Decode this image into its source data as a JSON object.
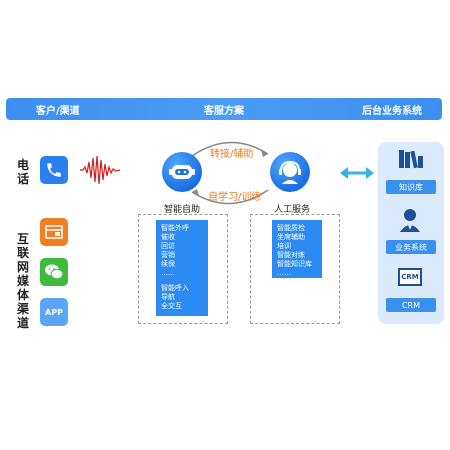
{
  "header": {
    "left": "客户/渠道",
    "center": "客服方案",
    "right": "后台业务系统"
  },
  "channels": {
    "phone_label": "电话",
    "internet_label": "互联网媒体渠道",
    "app_label": "APP"
  },
  "flow": {
    "top_arrow_label": "转接/辅助",
    "bottom_arrow_label": "自学习/训练"
  },
  "nodes": {
    "smart_label": "智能自助",
    "human_label": "人工服务"
  },
  "smart_list": {
    "group1": [
      "智能外呼",
      "催收",
      "回访",
      "营销",
      "续保",
      "……"
    ],
    "group2": [
      "智能呼入",
      "导航",
      "全交互"
    ]
  },
  "human_list": {
    "items": [
      "智能质检",
      "坐席辅助",
      "培训",
      "智能对练",
      "智能知识库",
      "……"
    ]
  },
  "backend": {
    "knowledge_label": "知识库",
    "business_label": "业务系统",
    "crm_label": "CRM",
    "crm_icon_text": "CRM"
  },
  "colors": {
    "accent": "#2b8bf2",
    "orange": "#f07a1e",
    "wechat": "#3dbb3d",
    "web": "#f07f22",
    "app": "#5aa5f5"
  }
}
